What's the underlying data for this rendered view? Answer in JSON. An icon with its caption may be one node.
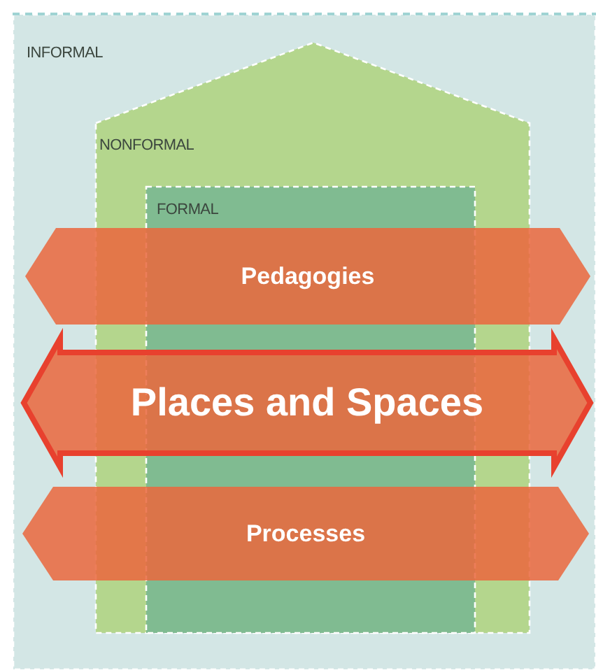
{
  "diagram": {
    "nodes": [
      {
        "text": [
          "INFORMAL"
        ]
      },
      {
        "text": [
          "NONFORMAL"
        ],
        "in": 0
      },
      {
        "text": [
          "FORMAL"
        ],
        "in": 1
      },
      {
        "text": [
          "Pedagogies"
        ],
        "in": 0
      },
      {
        "text": [
          "Places and Spaces"
        ],
        "in": 0
      },
      {
        "text": [
          "Processes"
        ],
        "in": 0
      }
    ]
  }
}
